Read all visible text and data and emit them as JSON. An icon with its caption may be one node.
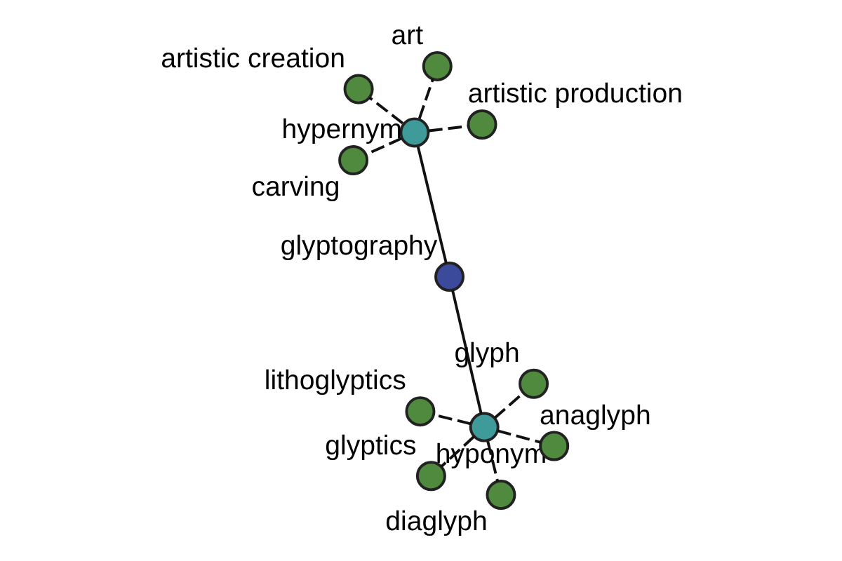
{
  "diagram": {
    "nodes": [
      {
        "text": [
          "glyptography"
        ]
      },
      {
        "text": [
          "hypernym"
        ]
      },
      {
        "text": [
          "hyponym"
        ]
      },
      {
        "text": [
          "art"
        ]
      },
      {
        "text": [
          "artistic production"
        ]
      },
      {
        "text": [
          "artistic creation"
        ]
      },
      {
        "text": [
          "carving"
        ]
      },
      {
        "text": [
          "anaglyph"
        ]
      },
      {
        "text": [
          "lithoglyptics"
        ]
      },
      {
        "text": [
          "diaglyph"
        ]
      },
      {
        "text": [
          "glyph"
        ]
      },
      {
        "text": [
          "glyptics"
        ]
      }
    ],
    "edges": [
      {
        "from": 1,
        "to": 0,
        "arrow": "none"
      },
      {
        "from": 0,
        "to": 2,
        "arrow": "none"
      },
      {
        "from": 1,
        "to": 3,
        "arrow": "none",
        "style": "dashed"
      },
      {
        "from": 1,
        "to": 4,
        "arrow": "none",
        "style": "dashed"
      },
      {
        "from": 1,
        "to": 5,
        "arrow": "none",
        "style": "dashed"
      },
      {
        "from": 1,
        "to": 6,
        "arrow": "none",
        "style": "dashed"
      },
      {
        "from": 2,
        "to": 7,
        "arrow": "none",
        "style": "dashed"
      },
      {
        "from": 2,
        "to": 8,
        "arrow": "none",
        "style": "dashed"
      },
      {
        "from": 2,
        "to": 9,
        "arrow": "none",
        "style": "dashed"
      },
      {
        "from": 2,
        "to": 10,
        "arrow": "none",
        "style": "dashed"
      },
      {
        "from": 2,
        "to": 11,
        "arrow": "none",
        "style": "dashed"
      }
    ]
  }
}
